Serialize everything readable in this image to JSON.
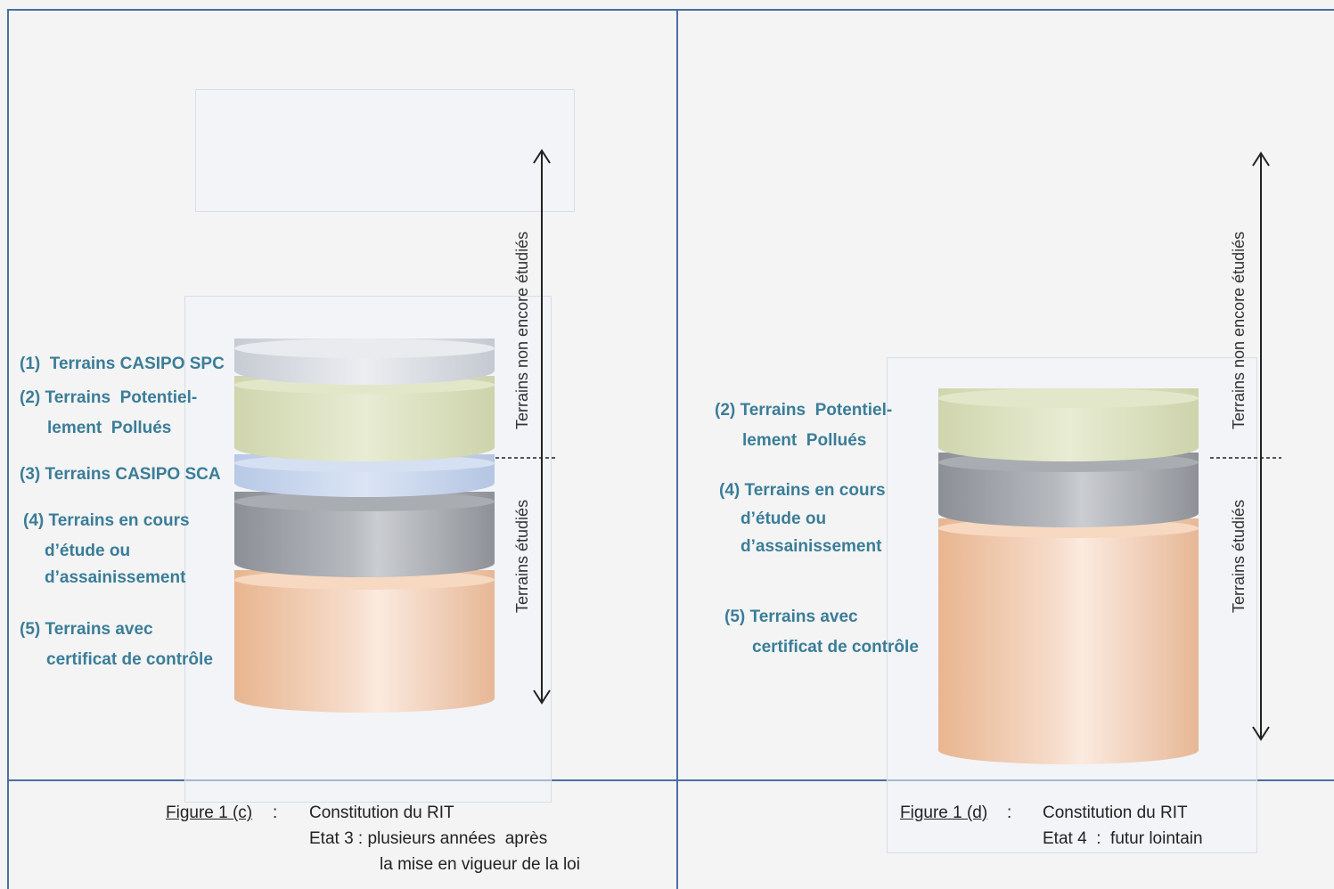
{
  "left_panel": {
    "labels": {
      "casipo_spc": "(1)  Terrains CASIPO SPC",
      "potentiellement_1": "(2) Terrains  Potentiel-",
      "potentiellement_2": "lement  Pollués",
      "casipo_sca": "(3) Terrains CASIPO SCA",
      "en_cours_1": "(4) Terrains en cours",
      "en_cours_2": "d’étude ou",
      "en_cours_3": "d’assainissement",
      "certificat_1": "(5) Terrains avec",
      "certificat_2": "certificat de contrôle"
    },
    "vertical_labels": {
      "non_etudies": "Terrains non encore  étudiés",
      "etudies": "Terrains étudiés"
    },
    "caption": {
      "figure": "Figure 1 (c)",
      "colon": ":",
      "line1": "Constitution du RIT",
      "line2": "Etat 3 : plusieurs années  après",
      "line3": "la mise en vigueur de la loi"
    }
  },
  "right_panel": {
    "labels": {
      "potentiellement_1": "(2) Terrains  Potentiel-",
      "potentiellement_2": "lement  Pollués",
      "en_cours_1": "(4) Terrains en cours",
      "en_cours_2": "d’étude ou",
      "en_cours_3": "d’assainissement",
      "certificat_1": "(5) Terrains avec",
      "certificat_2": "certificat de contrôle"
    },
    "vertical_labels": {
      "non_etudies": "Terrains non encore  étudiés",
      "etudies": "Terrains étudiés"
    },
    "caption": {
      "figure": "Figure 1 (d)",
      "colon": ":",
      "line1": "Constitution du RIT",
      "line2": "Etat 4  :  futur lointain"
    }
  },
  "colors": {
    "frame": "#4a6fa1",
    "label_text": "#3a7d98",
    "layer_spc": "#d9dce2",
    "layer_potentiellement": "#dfe4c4",
    "layer_sca": "#c9d7ee",
    "layer_en_cours": "#9fa2a8",
    "layer_certificat": "#efc7a6"
  }
}
